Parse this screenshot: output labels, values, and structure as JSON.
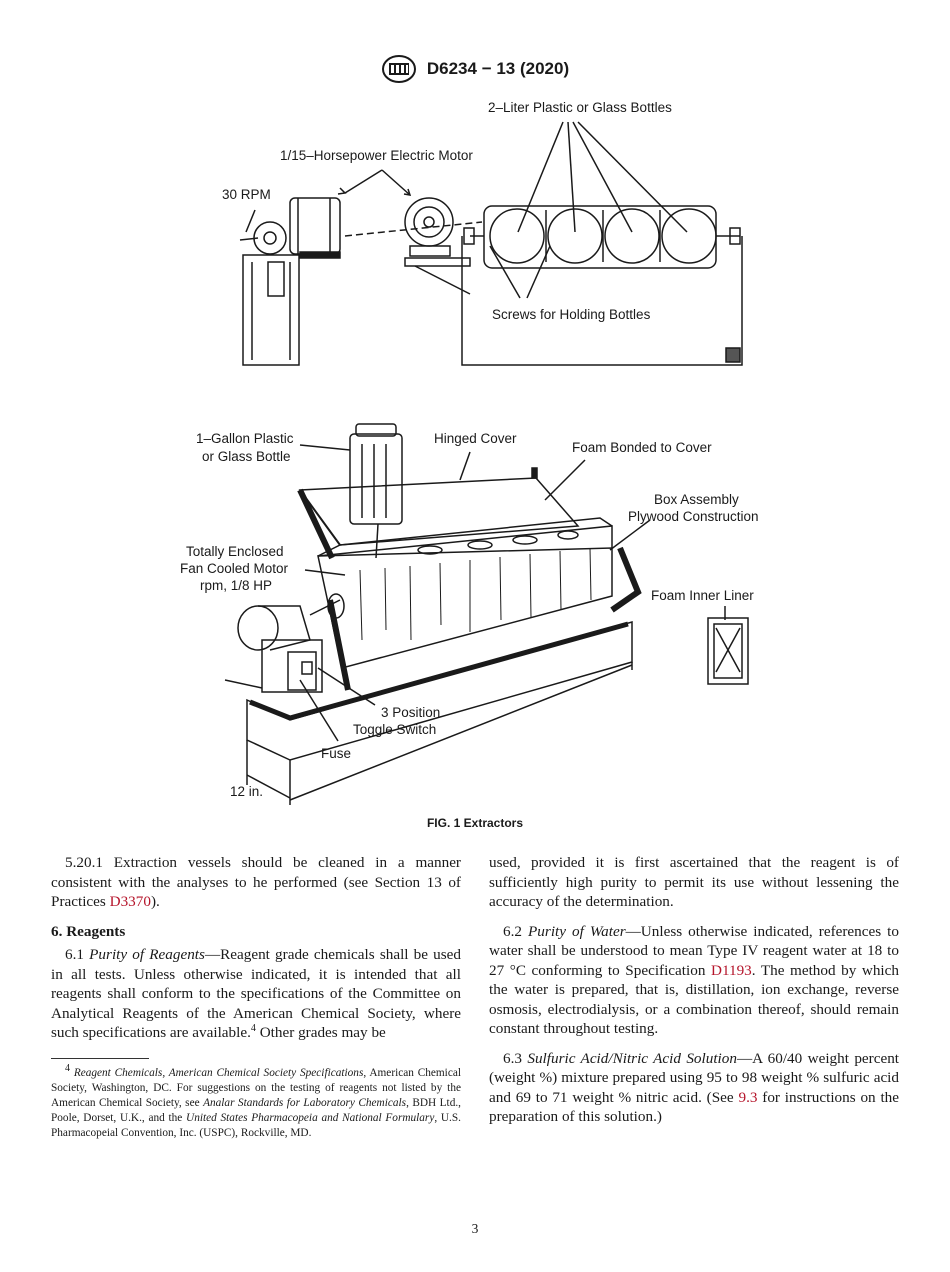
{
  "header": {
    "designation": "D6234 − 13 (2020)",
    "logo_icon": "astm-logo"
  },
  "figure": {
    "caption": "FIG. 1 Extractors",
    "top_labels": {
      "bottles": "2–Liter Plastic or Glass Bottles",
      "motor": "1/15–Horsepower Electric Motor",
      "rpm": "30 RPM",
      "screws": "Screws for Holding Bottles"
    },
    "bottom_labels": {
      "gallon_line1": "1–Gallon Plastic",
      "gallon_line2": "or Glass Bottle",
      "hinged": "Hinged Cover",
      "foam_bonded": "Foam Bonded to Cover",
      "box_line1": "Box Assembly",
      "box_line2": "Plywood Construction",
      "motor_line1": "Totally Enclosed",
      "motor_line2": "Fan Cooled Motor",
      "motor_line3": "rpm, 1/8 HP",
      "foam_liner": "Foam Inner Liner",
      "toggle_line1": "3 Position",
      "toggle_line2": "Toggle Switch",
      "fuse": "Fuse",
      "dimension": "12 in."
    }
  },
  "left_column": {
    "p5201": "5.20.1 Extraction vessels should be cleaned in a manner consistent with the analyses to he performed (see Section 13 of Practices ",
    "p5201_ref": "D3370",
    "p5201_end": ").",
    "section6": "6. Reagents",
    "p61_num": "6.1 ",
    "p61_title": "Purity of Reagents",
    "p61_text": "—Reagent grade chemicals shall be used in all tests. Unless otherwise indicated, it is intended that all reagents shall conform to the specifications of the Committee on Analytical Reagents of the American Chemical Society, where such specifications are available.",
    "p61_sup": "4",
    "p61_end": " Other grades may be"
  },
  "right_column": {
    "p61_cont": "used, provided it is first ascertained that the reagent is of sufficiently high purity to permit its use without lessening the accuracy of the determination.",
    "p62_num": "6.2 ",
    "p62_title": "Purity of Water",
    "p62_text": "—Unless otherwise indicated, references to water shall be understood to mean Type IV reagent water at 18 to 27 °C conforming to Specification ",
    "p62_ref": "D1193",
    "p62_end": ". The method by which the water is prepared, that is, distillation, ion exchange, reverse osmosis, electrodialysis, or a combination thereof, should remain constant throughout testing.",
    "p63_num": "6.3 ",
    "p63_title": "Sulfuric Acid/Nitric Acid Solution",
    "p63_text": "—A 60/40 weight percent (weight %) mixture prepared using 95 to 98 weight % sulfuric acid and 69 to 71 weight % nitric acid. (See ",
    "p63_ref": "9.3",
    "p63_end": " for instructions on the preparation of this solution.)"
  },
  "footnote": {
    "sup": "4",
    "italic1": "Reagent Chemicals, American Chemical Society Specifications",
    "text1": ", American Chemical Society, Washington, DC. For suggestions on the testing of reagents not listed by the American Chemical Society, see ",
    "italic2": "Analar Standards for Laboratory Chemicals",
    "text2": ", BDH Ltd., Poole, Dorset, U.K., and the ",
    "italic3": "United States Pharmacopeia and National Formulary",
    "text3": ", U.S. Pharmacopeial Convention, Inc. (USPC), Rockville, MD."
  },
  "page_number": "3",
  "colors": {
    "reference_link": "#b5152b",
    "text": "#1a1a1a"
  }
}
